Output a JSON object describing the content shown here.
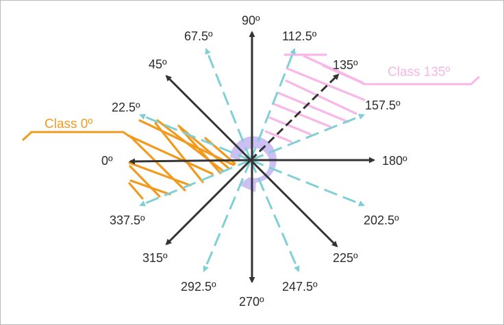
{
  "colors": {
    "solid_arrow": "#333333",
    "dashed_arrow": "#7fd0d6",
    "class_0": "#f29a1d",
    "class_135": "#f8b7e8",
    "angle_arc": "#b9aaf0"
  },
  "directions": {
    "d0": "0º",
    "d22_5": "22.5º",
    "d45": "45º",
    "d67_5": "67.5º",
    "d90": "90º",
    "d112_5": "112.5º",
    "d135": "135º",
    "d157_5": "157.5º",
    "d180": "180º",
    "d202_5": "202.5º",
    "d225": "225º",
    "d247_5": "247.5º",
    "d270": "270º",
    "d292_5": "292.5º",
    "d315": "315º",
    "d337_5": "337.5º"
  },
  "classes": {
    "class_0": "Class 0º",
    "class_135": "Class 135º"
  }
}
